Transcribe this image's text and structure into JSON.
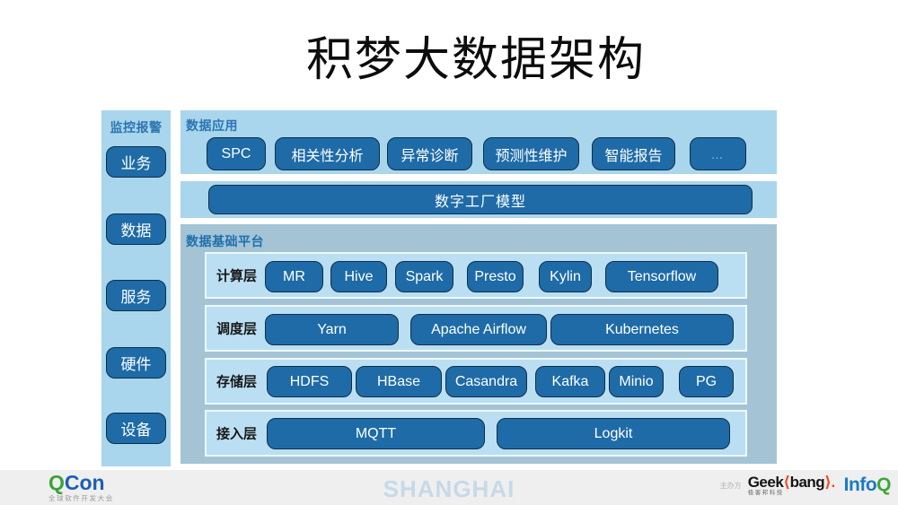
{
  "title": "积梦大数据架构",
  "sidebar": {
    "label": "监控报警",
    "items": [
      "业务",
      "数据",
      "服务",
      "硬件",
      "设备"
    ]
  },
  "apps": {
    "label": "数据应用",
    "items": [
      "SPC",
      "相关性分析",
      "异常诊断",
      "预测性维护",
      "智能报告",
      "…"
    ]
  },
  "model": {
    "label": "数字工厂模型"
  },
  "platform": {
    "label": "数据基础平台",
    "layers": [
      {
        "name": "计算层",
        "items": [
          "MR",
          "Hive",
          "Spark",
          "Presto",
          "Kylin",
          "Tensorflow"
        ]
      },
      {
        "name": "调度层",
        "items": [
          "Yarn",
          "Apache Airflow",
          "Kubernetes"
        ]
      },
      {
        "name": "存储层",
        "items": [
          "HDFS",
          "HBase",
          "Casandra",
          "Kafka",
          "Minio",
          "PG"
        ]
      },
      {
        "name": "接入层",
        "items": [
          "MQTT",
          "Logkit"
        ]
      }
    ]
  },
  "footer": {
    "qcon": {
      "q": "Q",
      "con": "Con",
      "subtitle": "全球软件开发大会"
    },
    "city": "SHANGHAI",
    "host_label": "主办方",
    "geekbang": {
      "geek": "Geek",
      "bracket_open": "⟨",
      "bang": "bang",
      "bracket_close": "⟩.",
      "subtitle": "极客邦科技"
    },
    "infoq": {
      "info": "Info",
      "q": "Q"
    }
  },
  "colors": {
    "panel_light": "#a9d6ec",
    "panel_gray": "#a4c4d6",
    "layer_row": "#badff2",
    "button": "#1e6ba7",
    "button_border": "#112e4a",
    "accent_text": "#2b74b3"
  }
}
